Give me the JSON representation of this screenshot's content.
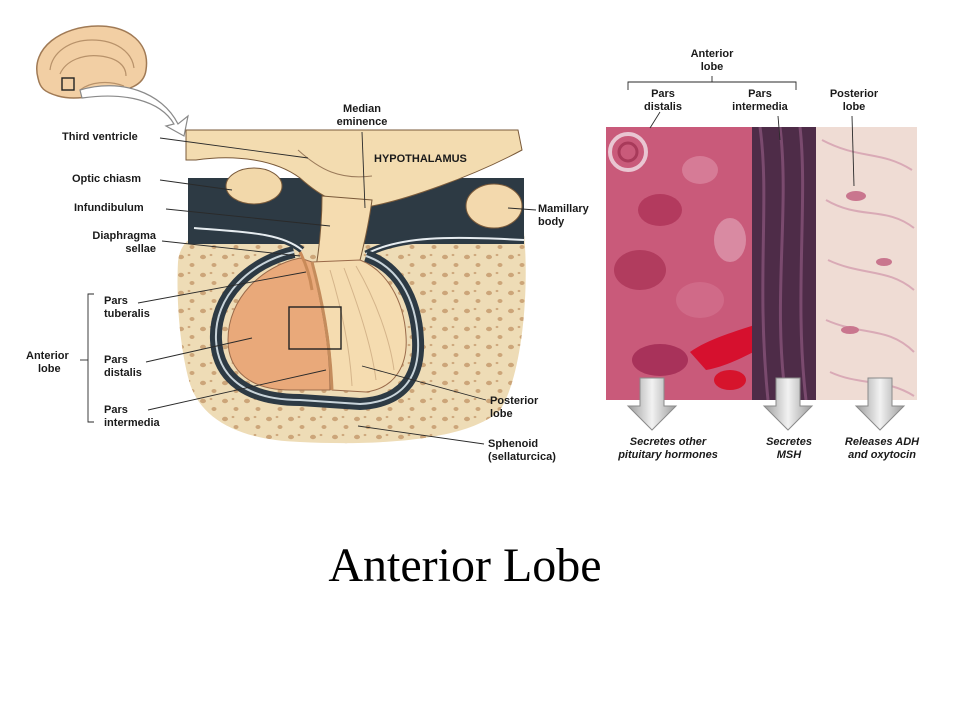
{
  "title": "Anterior Lobe",
  "labels": {
    "third_ventricle": "Third ventricle",
    "optic_chiasm": "Optic chiasm",
    "infundibulum": "Infundibulum",
    "diaphragma_sellae": [
      "Diaphragma",
      "sellae"
    ],
    "pars_tuberalis": [
      "Pars",
      "tuberalis"
    ],
    "anterior_lobe": [
      "Anterior",
      "lobe"
    ],
    "pars_distalis": [
      "Pars",
      "distalis"
    ],
    "pars_intermedia": [
      "Pars",
      "intermedia"
    ],
    "median_eminence": [
      "Median",
      "eminence"
    ],
    "hypothalamus": "HYPOTHALAMUS",
    "mamillary_body": [
      "Mamillary",
      "body"
    ],
    "posterior_lobe": [
      "Posterior",
      "lobe"
    ],
    "sphenoid": [
      "Sphenoid",
      "(sellaturcica)"
    ]
  },
  "histology": {
    "anterior_lobe": [
      "Anterior",
      "lobe"
    ],
    "pars_distalis": [
      "Pars",
      "distalis"
    ],
    "pars_intermedia": [
      "Pars",
      "intermedia"
    ],
    "posterior_lobe": [
      "Posterior",
      "lobe"
    ],
    "captions": {
      "distalis": [
        "Secretes other",
        "pituitary hormones"
      ],
      "intermedia": [
        "Secretes",
        "MSH"
      ],
      "posterior": [
        "Releases ADH",
        "and oxytocin"
      ]
    }
  },
  "colors": {
    "hypothalamus": "#f3dcb0",
    "bone": "#eedcb6",
    "dura": "#2d3a44",
    "anterior_tissue": "#e9a97a",
    "posterior_tissue": "#f5dcb0",
    "stain_pink": "#c2466c",
    "stain_dark": "#4e2c48",
    "stain_light": "#efdcd4",
    "arrow_gray": "#bcbcbc"
  }
}
